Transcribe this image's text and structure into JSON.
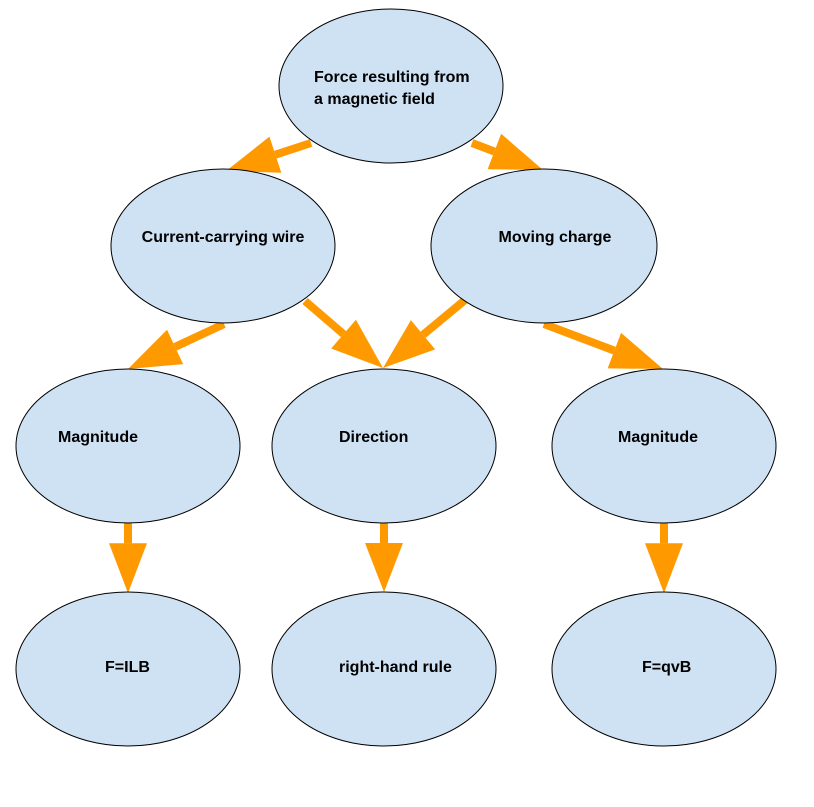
{
  "diagram": {
    "type": "concept-map",
    "colors": {
      "node_fill": "#cfe2f3",
      "node_stroke": "#000000",
      "arrow": "#ff9900",
      "text": "#000000"
    },
    "nodes": [
      {
        "id": "force",
        "lines": [
          "Force resulting from",
          "a magnetic field"
        ]
      },
      {
        "id": "wire",
        "lines": [
          "Current-carrying wire"
        ]
      },
      {
        "id": "charge",
        "lines": [
          "Moving charge"
        ]
      },
      {
        "id": "magnitude-wire",
        "lines": [
          "Magnitude"
        ]
      },
      {
        "id": "direction",
        "lines": [
          "Direction"
        ]
      },
      {
        "id": "magnitude-charge",
        "lines": [
          "Magnitude"
        ]
      },
      {
        "id": "formula-ilb",
        "lines": [
          "F=ILB"
        ]
      },
      {
        "id": "rule",
        "lines": [
          "right-hand rule"
        ]
      },
      {
        "id": "formula-qvb",
        "lines": [
          "F=qvB"
        ]
      }
    ],
    "edges": [
      {
        "from": "force",
        "to": "wire"
      },
      {
        "from": "force",
        "to": "charge"
      },
      {
        "from": "wire",
        "to": "magnitude-wire"
      },
      {
        "from": "wire",
        "to": "direction"
      },
      {
        "from": "charge",
        "to": "direction"
      },
      {
        "from": "charge",
        "to": "magnitude-charge"
      },
      {
        "from": "magnitude-wire",
        "to": "formula-ilb"
      },
      {
        "from": "direction",
        "to": "rule"
      },
      {
        "from": "magnitude-charge",
        "to": "formula-qvb"
      }
    ]
  }
}
